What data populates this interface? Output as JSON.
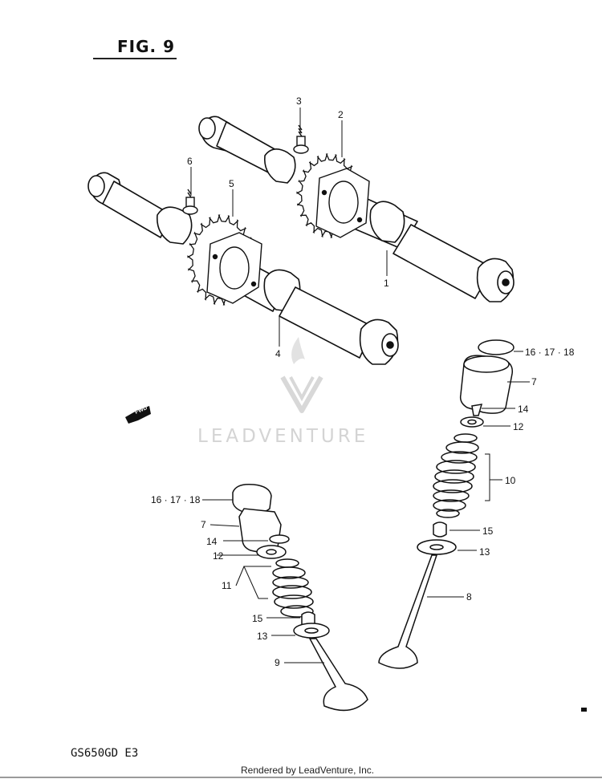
{
  "figure": {
    "title": "FIG. 9",
    "model_code": "GS650GD  E3"
  },
  "footer": {
    "rendered_by": "Rendered by LeadVenture, Inc."
  },
  "watermark": {
    "brand": "LEADVENTURE",
    "color": "#d4d4d4"
  },
  "fwd_arrow": {
    "label": "FWD"
  },
  "callouts": {
    "c1": "1",
    "c2": "2",
    "c3": "3",
    "c4": "4",
    "c5": "5",
    "c6": "6",
    "r_16_17_18": "16 · 17 · 18",
    "r_7": "7",
    "r_14": "14",
    "r_12": "12",
    "r_10": "10",
    "r_15": "15",
    "r_13": "13",
    "r_8": "8",
    "l_16_17_18": "16 · 17 · 18",
    "l_7": "7",
    "l_14": "14",
    "l_12": "12",
    "l_11": "11",
    "l_15": "15",
    "l_13": "13",
    "l_9": "9"
  }
}
